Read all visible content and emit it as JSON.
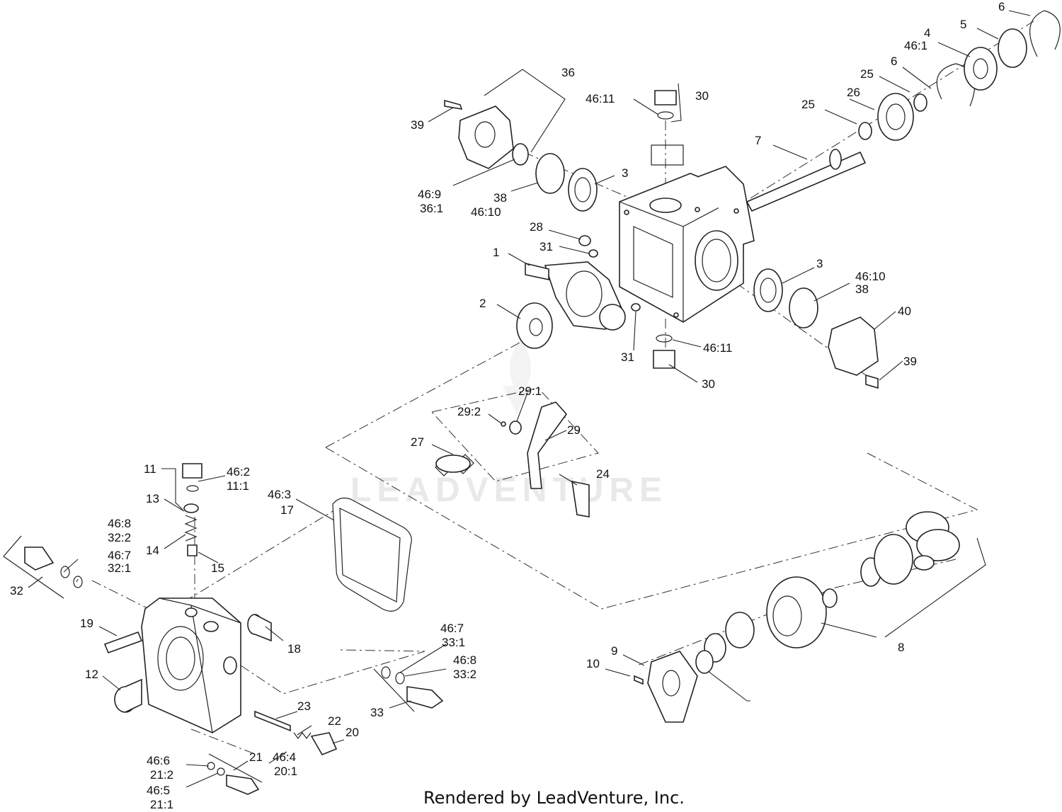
{
  "watermark": "LEADVENTURE",
  "footer": "Rendered by LeadVenture, Inc.",
  "callouts": {
    "c1": "1",
    "c2": "2",
    "c3a": "3",
    "c3b": "3",
    "c4": "4",
    "c4b": "46:1",
    "c5": "5",
    "c6a": "6",
    "c6b": "6",
    "c7": "7",
    "c8": "8",
    "c9": "9",
    "c10": "10",
    "c11": "11",
    "c11b": "46:2",
    "c11c": "11:1",
    "c12": "12",
    "c13": "13",
    "c14": "14",
    "c15": "15",
    "c17a": "46:3",
    "c17b": "17",
    "c18": "18",
    "c19": "19",
    "c20": "20",
    "c20b": "46:4",
    "c20c": "20:1",
    "c21": "21",
    "c21a": "46:6",
    "c21b": "21:2",
    "c21c": "46:5",
    "c21d": "21:1",
    "c22": "22",
    "c23": "23",
    "c24": "24",
    "c25a": "25",
    "c25b": "25",
    "c26": "26",
    "c27": "27",
    "c28": "28",
    "c29": "29",
    "c29a": "29:1",
    "c29b": "29:2",
    "c30a": "30",
    "c30b": "30",
    "c30c": "46:11",
    "c30d": "46:11",
    "c31a": "31",
    "c31b": "31",
    "c32": "32",
    "c32a": "46:8",
    "c32b": "32:2",
    "c32c": "46:7",
    "c32d": "32:1",
    "c33": "33",
    "c33a": "46:7",
    "c33b": "33:1",
    "c33c": "46:8",
    "c33d": "33:2",
    "c36": "36",
    "c36a": "46:9",
    "c36b": "36:1",
    "c38a": "38",
    "c38b": "46:10",
    "c38c": "46:10",
    "c38d": "38",
    "c39a": "39",
    "c39b": "39",
    "c40": "40"
  }
}
